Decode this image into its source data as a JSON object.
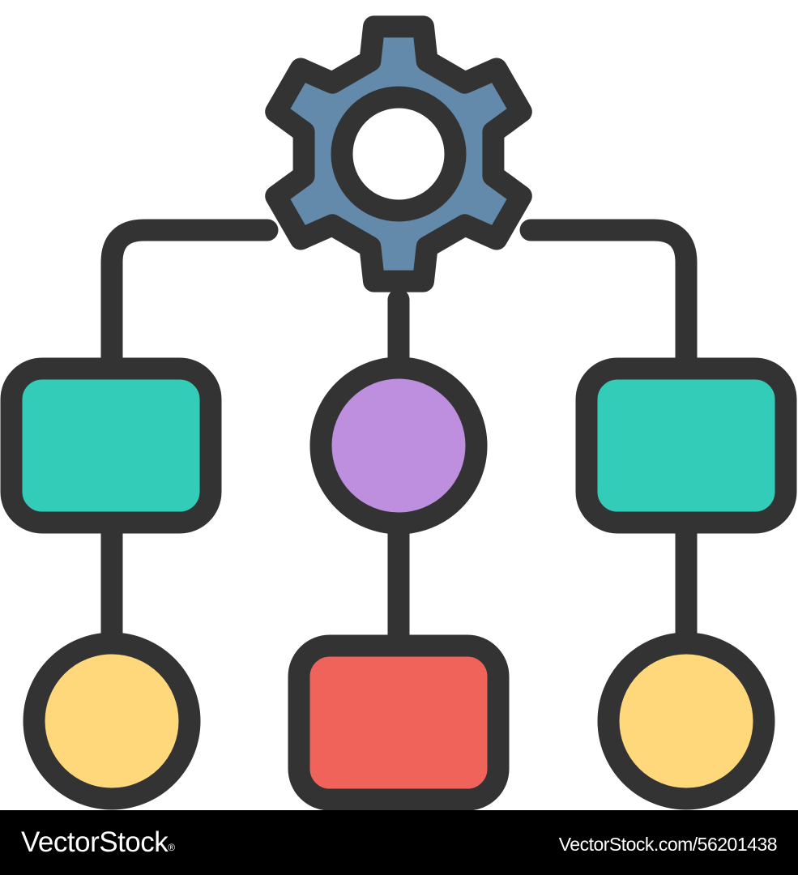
{
  "footer": {
    "brand": "VectorStock",
    "brand_registered": "®",
    "stock_id": "VectorStock.com/56201438"
  },
  "colors": {
    "outline": "#333333",
    "gear": "#638aaa",
    "rectangle_teal": "#33ccb8",
    "circle_purple": "#be8edf",
    "circle_yellow": "#fed87b",
    "rectangle_red": "#ef635b",
    "background": "#ffffff",
    "footer_bg": "#000000",
    "footer_text": "#ffffff"
  },
  "icons": {
    "root": "gear-icon",
    "level_1": [
      "rectangle-node",
      "circle-node",
      "rectangle-node"
    ],
    "level_2": [
      "circle-node",
      "rectangle-node",
      "circle-node"
    ]
  }
}
